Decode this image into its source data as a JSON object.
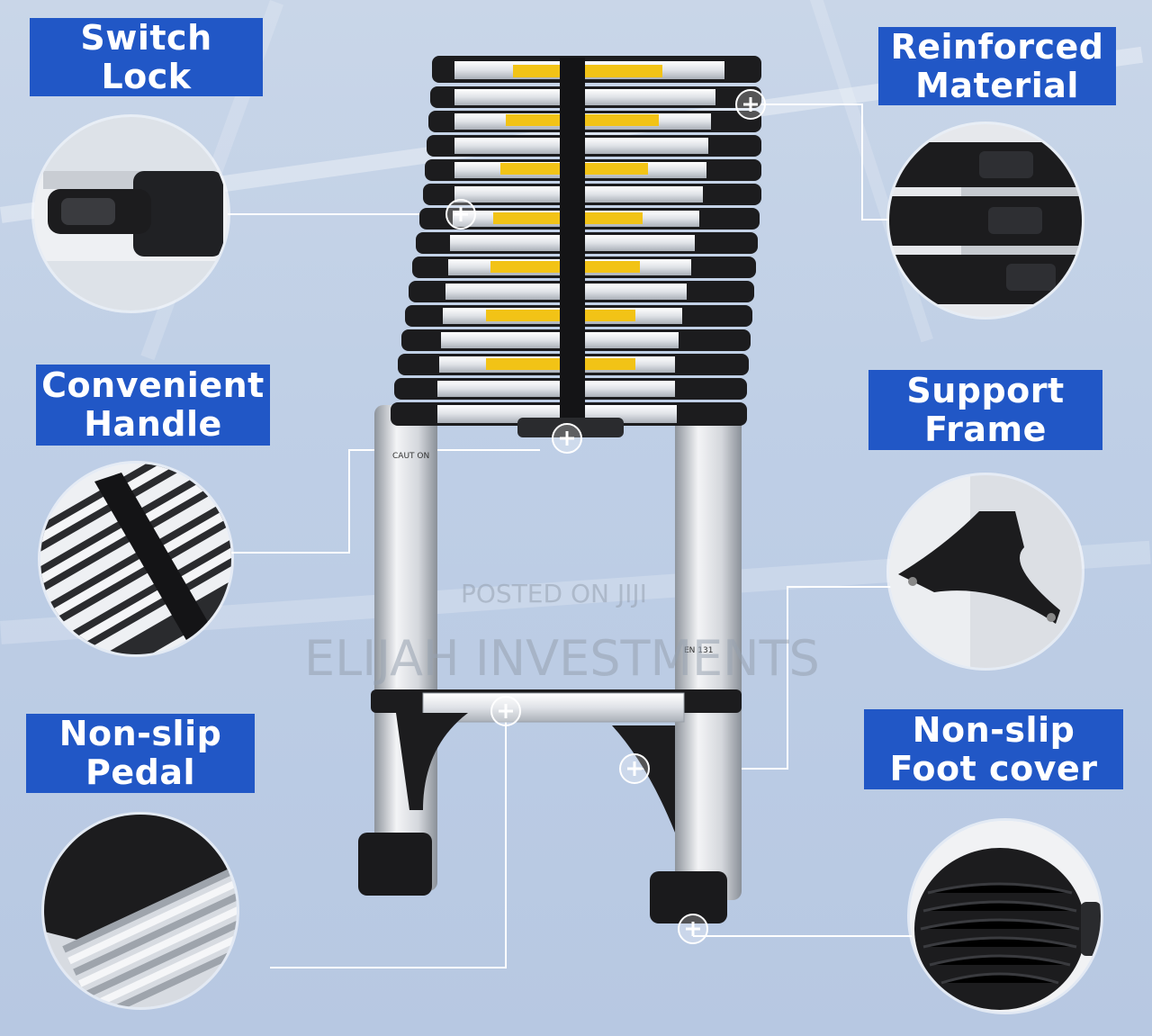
{
  "labels": {
    "switch_lock": [
      "Switch Lock"
    ],
    "reinforced_material": [
      "Reinforced",
      "Material"
    ],
    "convenient_handle": [
      "Convenient",
      "Handle"
    ],
    "support_frame": [
      "Support",
      "Frame"
    ],
    "non_slip_pedal": [
      "Non-slip",
      "Pedal"
    ],
    "non_slip_foot_cover": [
      "Non-slip",
      "Foot cover"
    ]
  },
  "ladder_text": {
    "caution": "CAUT ON",
    "standard": "EN 131"
  },
  "watermark": {
    "posted": "POSTED ON JIJI",
    "seller": "ELIJAH INVESTMENTS"
  },
  "colors": {
    "label_bg": "#2157c6",
    "label_text": "#ffffff",
    "background": "#c3d2e7"
  }
}
